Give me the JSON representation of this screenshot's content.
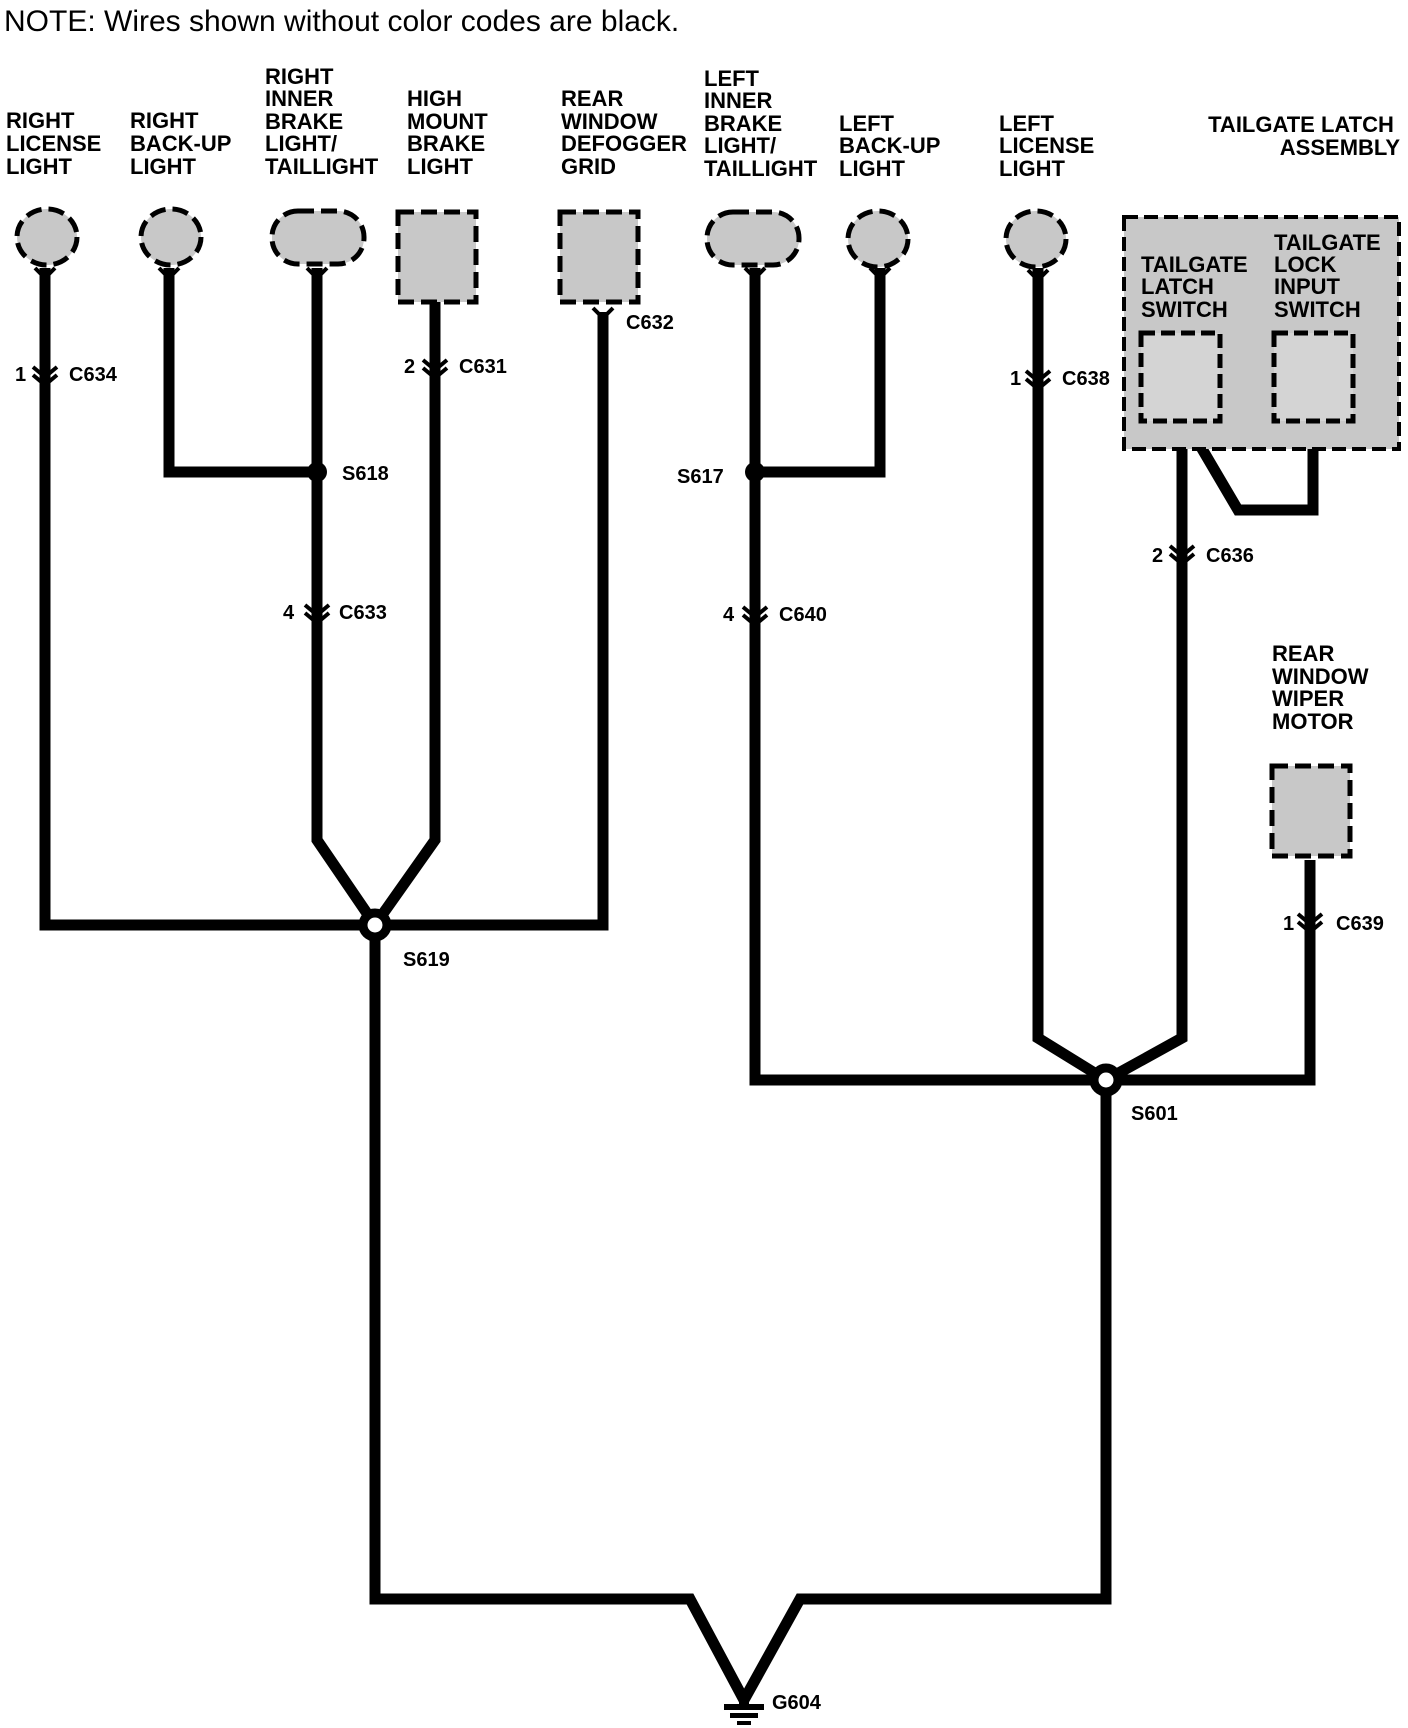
{
  "note": "NOTE: Wires shown without color codes are black.",
  "components": {
    "right_license_light": [
      "RIGHT",
      "LICENSE",
      "LIGHT"
    ],
    "right_backup_light": [
      "RIGHT",
      "BACK-UP",
      "LIGHT"
    ],
    "right_inner_brake_light": [
      "RIGHT",
      "INNER",
      "BRAKE",
      "LIGHT/",
      "TAILLIGHT"
    ],
    "high_mount_brake_light": [
      "HIGH",
      "MOUNT",
      "BRAKE",
      "LIGHT"
    ],
    "rear_window_defogger_grid": [
      "REAR",
      "WINDOW",
      "DEFOGGER",
      "GRID"
    ],
    "left_inner_brake_light": [
      "LEFT",
      "INNER",
      "BRAKE",
      "LIGHT/",
      "TAILLIGHT"
    ],
    "left_backup_light": [
      "LEFT",
      "BACK-UP",
      "LIGHT"
    ],
    "left_license_light": [
      "LEFT",
      "LICENSE",
      "LIGHT"
    ],
    "tailgate_latch_assembly": [
      "TAILGATE LATCH",
      "ASSEMBLY"
    ],
    "tailgate_latch_switch": [
      "TAILGATE",
      "LATCH",
      "SWITCH"
    ],
    "tailgate_lock_input_switch": [
      "TAILGATE",
      "LOCK",
      "INPUT",
      "SWITCH"
    ],
    "rear_window_wiper_motor": [
      "REAR",
      "WINDOW",
      "WIPER",
      "MOTOR"
    ]
  },
  "connectors": {
    "c634": {
      "pin": "1",
      "name": "C634"
    },
    "c631": {
      "pin": "2",
      "name": "C631"
    },
    "c632": {
      "name": "C632"
    },
    "c633": {
      "pin": "4",
      "name": "C633"
    },
    "c640": {
      "pin": "4",
      "name": "C640"
    },
    "c638": {
      "pin": "1",
      "name": "C638"
    },
    "c636": {
      "pin": "2",
      "name": "C636"
    },
    "c639": {
      "pin": "1",
      "name": "C639"
    }
  },
  "splices": {
    "s618": "S618",
    "s617": "S617",
    "s619": "S619",
    "s601": "S601"
  },
  "ground": "G604"
}
